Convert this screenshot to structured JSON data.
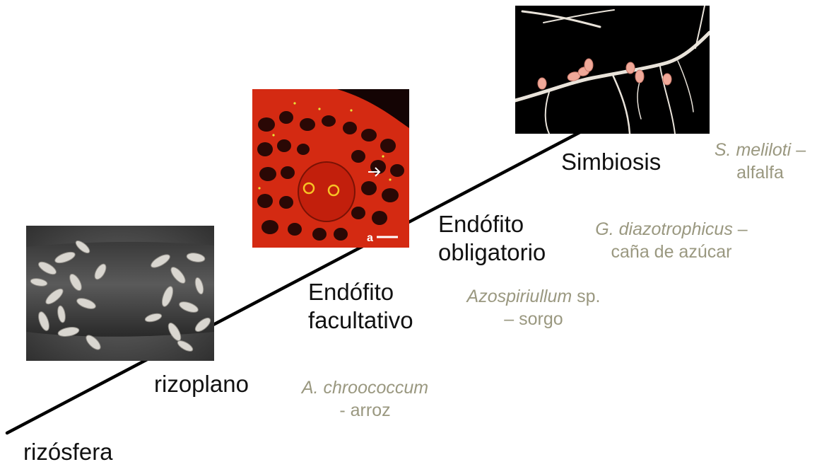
{
  "colors": {
    "stage_label": "#111111",
    "example_text": "#9a9880",
    "line": "#000000"
  },
  "stages": {
    "rizosfera": {
      "label": "rizósfera"
    },
    "rizoplano": {
      "label": "rizoplano"
    },
    "facultativo": {
      "line1": "Endófito",
      "line2": "facultativo"
    },
    "obligatorio": {
      "line1": "Endófito",
      "line2": "obligatorio"
    },
    "simbiosis": {
      "label": "Simbiosis"
    }
  },
  "examples": {
    "chroococcum": {
      "species": "A. chroococcum",
      "host": "- arroz"
    },
    "azospirillum": {
      "species": "Azospiriullum",
      "suffix": " sp.",
      "host": "– sorgo"
    },
    "diazotrophicus": {
      "species": "G. diazotrophicus",
      "suffix": " –",
      "host": "caña de azúcar"
    },
    "meliloti": {
      "species": "S. meliloti",
      "suffix": " –",
      "host": "alfalfa"
    }
  },
  "images": {
    "sem": {
      "icon": "sem-micrograph-bacteria-on-root-hair"
    },
    "confocal": {
      "icon": "confocal-micrograph-root-cross-section",
      "scale_label": "a"
    },
    "nodules": {
      "icon": "alfalfa-root-nodules-photo"
    }
  }
}
